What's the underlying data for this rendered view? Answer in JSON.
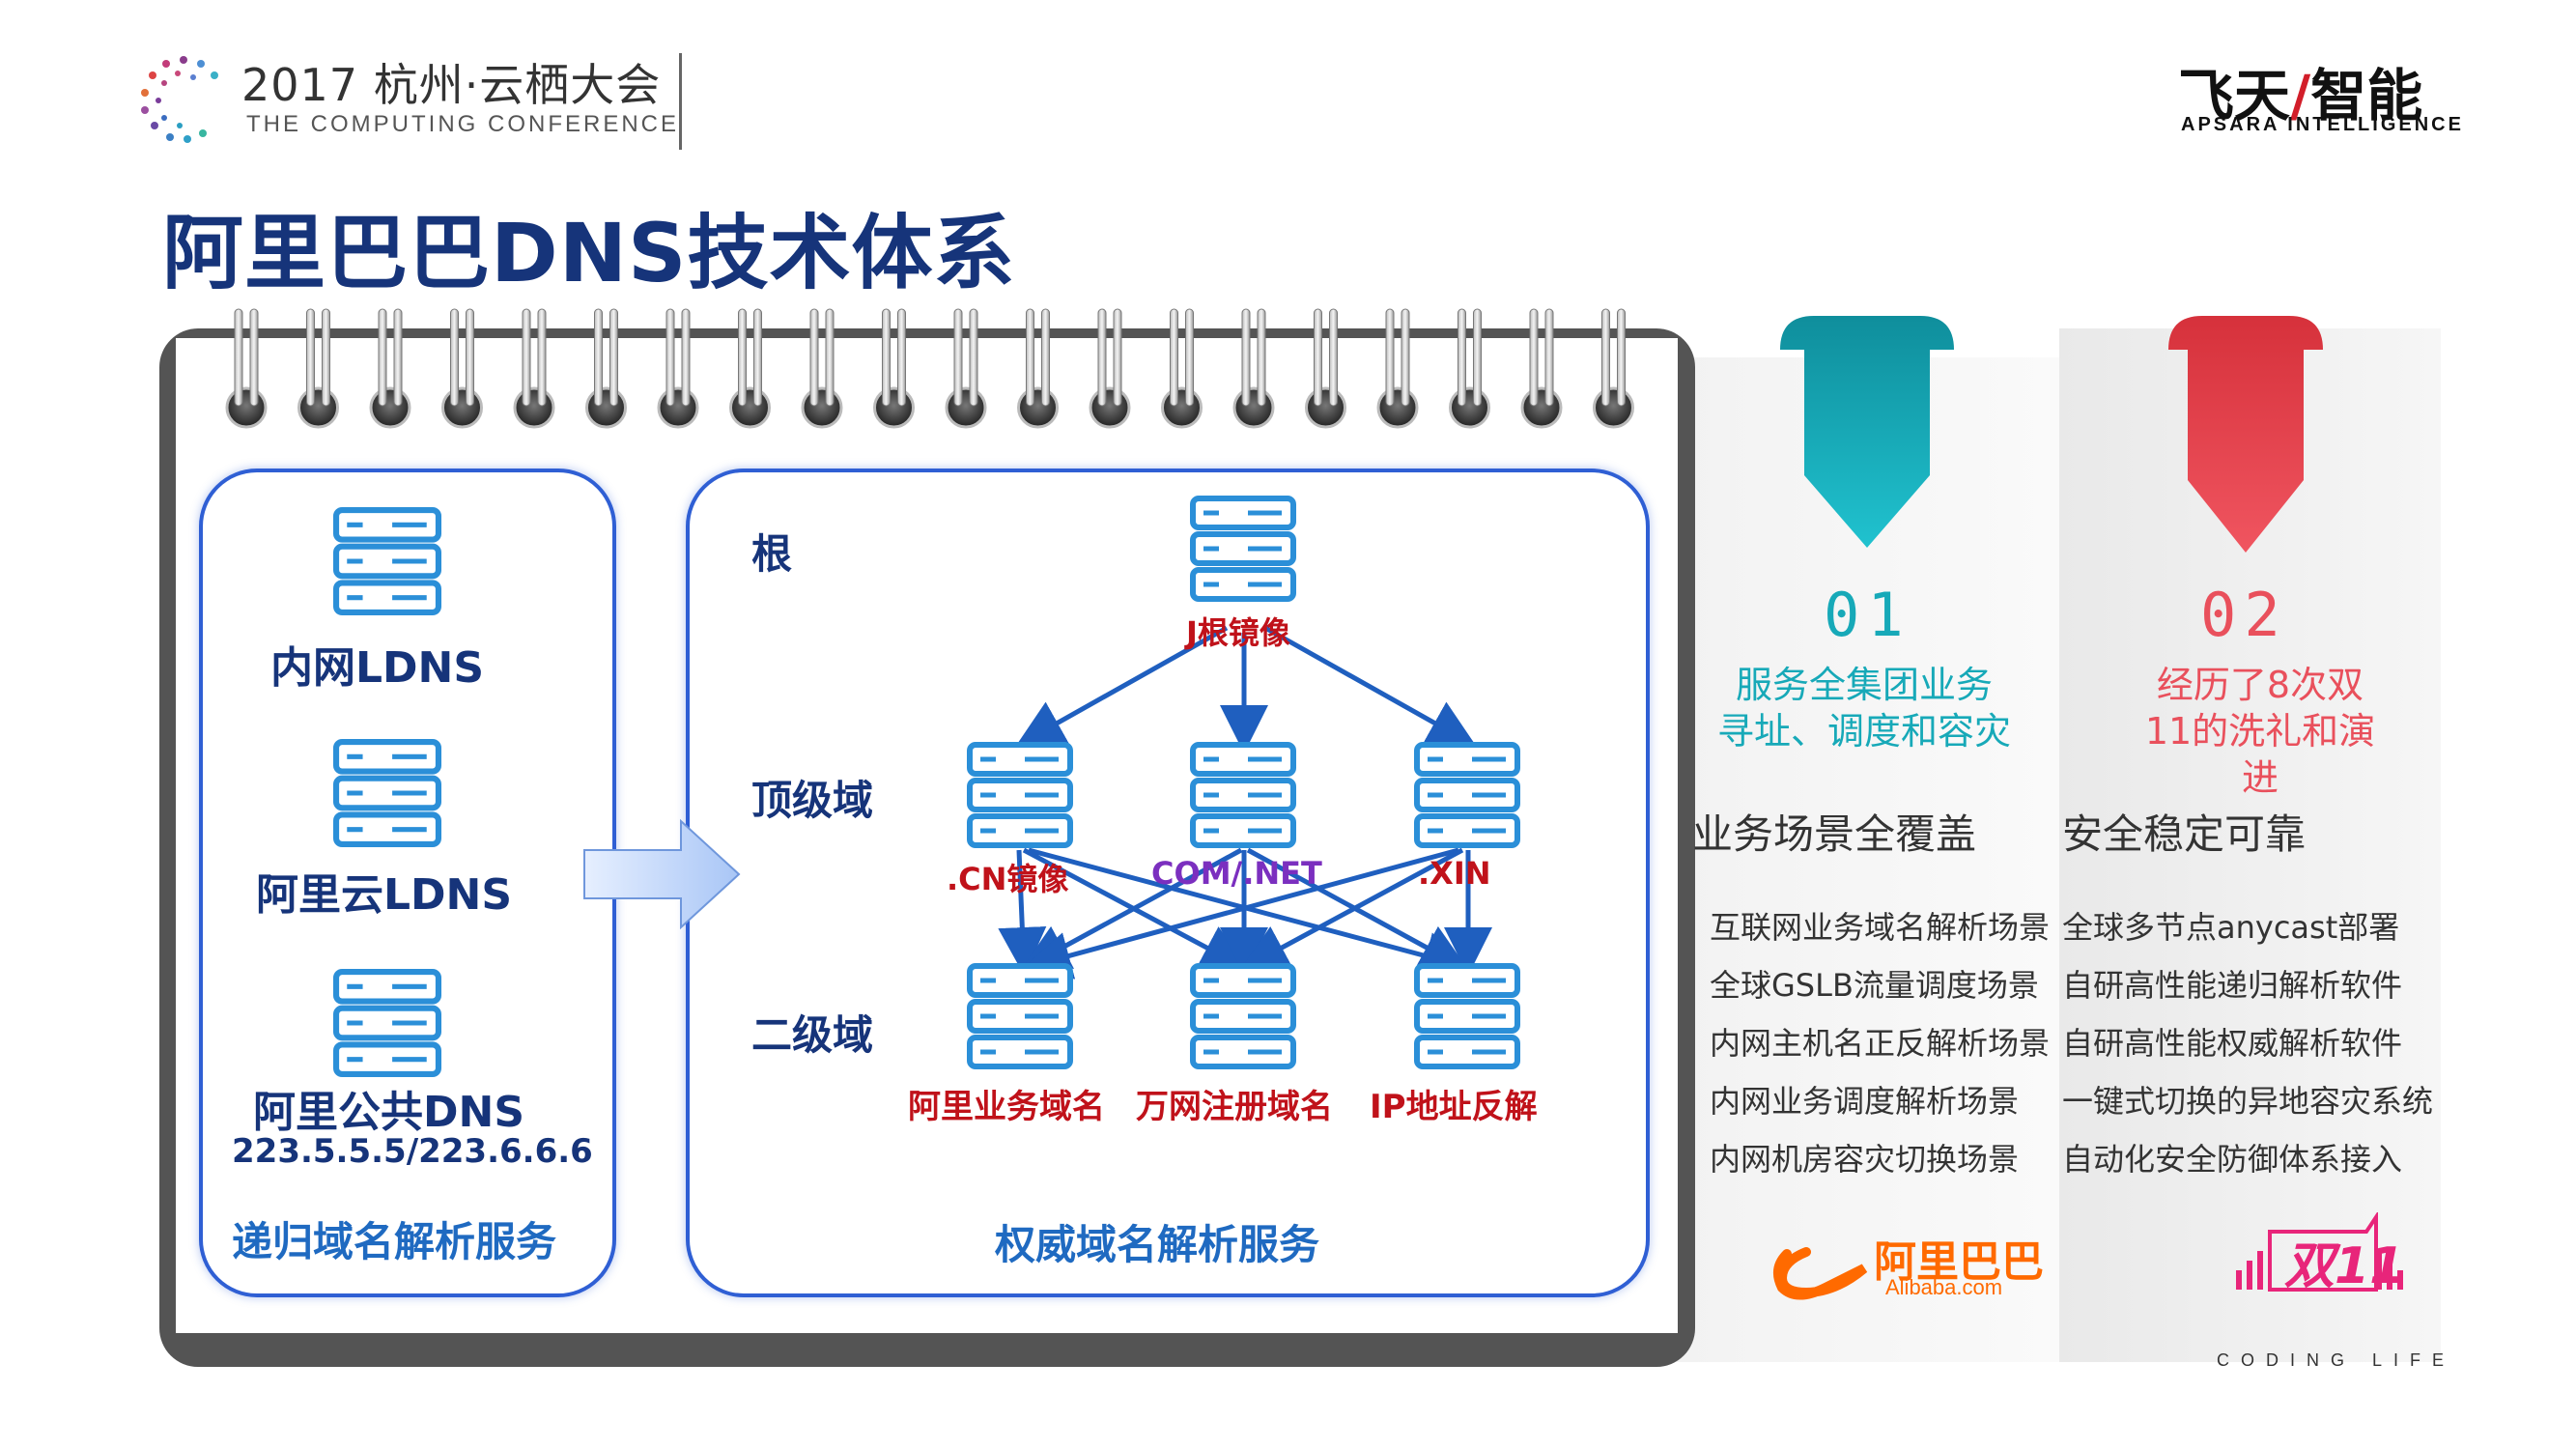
{
  "header": {
    "event_title": "2017 杭州·云栖大会",
    "event_subtitle": "THE COMPUTING CONFERENCE",
    "brand_cn_left": "飞天",
    "brand_cn_slash": "/",
    "brand_cn_right": "智能",
    "brand_en": "APSARA INTELLIGENCE"
  },
  "page_title": "阿里巴巴DNS技术体系",
  "recursive": {
    "servers": [
      {
        "label": "内网LDNS"
      },
      {
        "label": "阿里云LDNS"
      },
      {
        "label": "阿里公共DNS",
        "sub": "223.5.5.5/223.6.6.6"
      }
    ],
    "footer": "递归域名解析服务"
  },
  "authoritative": {
    "levels": [
      "根",
      "顶级域",
      "二级域"
    ],
    "root": "J根镜像",
    "tld": [
      ".CN镜像",
      "COM/.NET",
      ".XIN"
    ],
    "second": [
      "阿里业务域名",
      "万网注册域名",
      "IP地址反解"
    ],
    "footer": "权威域名解析服务"
  },
  "columns": [
    {
      "number": "01",
      "desc": [
        "服务全集团业务",
        "寻址、调度和容灾"
      ],
      "heading": "业务场景全覆盖",
      "items": [
        "互联网业务域名解析场景",
        "全球GSLB流量调度场景",
        "内网主机名正反解析场景",
        "内网业务调度解析场景",
        "内网机房容灾切换场景"
      ],
      "logo_text": "阿里巴巴",
      "logo_sub": "Alibaba.com",
      "color": "#17a9b8"
    },
    {
      "number": "02",
      "desc": [
        "经历了8次双",
        "11的洗礼和演",
        "进"
      ],
      "heading": "安全稳定可靠",
      "items": [
        "全球多节点anycast部署",
        "自研高性能递归解析软件",
        "自研高性能权威解析软件",
        "一键式切换的异地容灾系统",
        "自动化安全防御体系接入"
      ],
      "logo_text": "双11",
      "color": "#e9505c"
    }
  ],
  "watermark": "CODING LIFE",
  "colors": {
    "title": "#16347a",
    "box_border": "#2f5fd4",
    "server": "#2b8fd8",
    "arrow": "#1f5fbf",
    "red_label": "#c0121a"
  }
}
